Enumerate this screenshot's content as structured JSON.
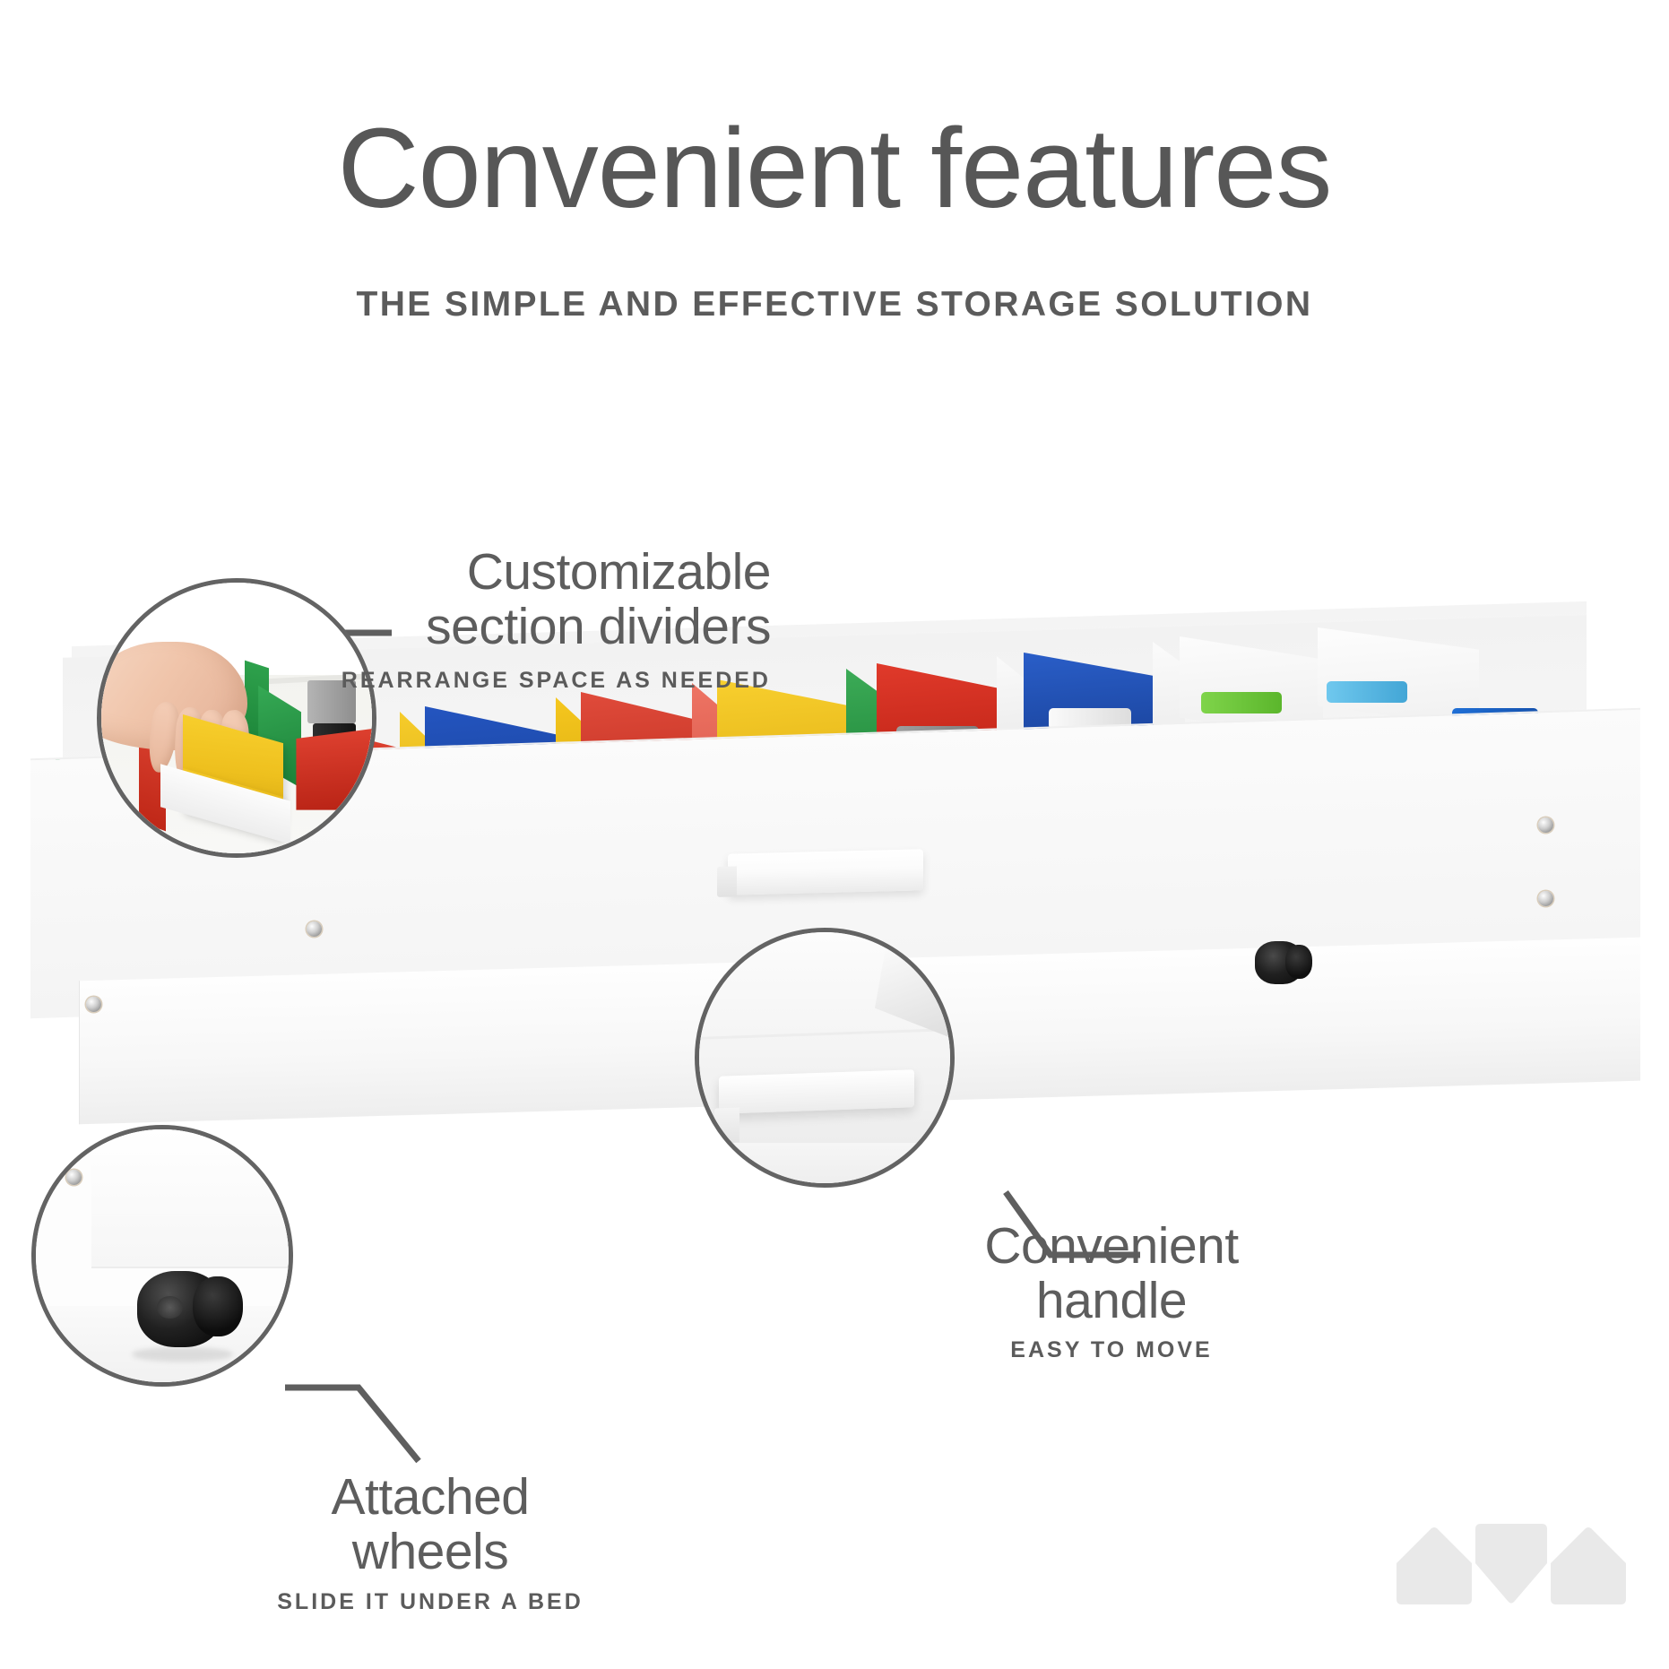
{
  "header": {
    "title": "Convenient features",
    "subtitle": "THE SIMPLE AND EFFECTIVE STORAGE SOLUTION"
  },
  "callouts": [
    {
      "id": "dividers",
      "title": "Customizable\nsection dividers",
      "subtitle": "REARRANGE SPACE AS NEEDED",
      "icon": "magnifier-circle",
      "detail": "hand-placing-yellow-divider"
    },
    {
      "id": "handle",
      "title": "Convenient\nhandle",
      "subtitle": "EASY TO MOVE",
      "icon": "magnifier-circle",
      "detail": "white-drawer-handle"
    },
    {
      "id": "wheels",
      "title": "Attached\nwheels",
      "subtitle": "SLIDE IT UNDER A BED",
      "icon": "magnifier-circle",
      "detail": "black-caster-wheel"
    }
  ],
  "product": {
    "name": "under-bed-toy-storage-drawer",
    "body_color": "#fbfbfb",
    "handle_color": "#ffffff",
    "caster_color": "#141414",
    "divider_colors": [
      "#1f56b0",
      "#d63128",
      "#f5c81d",
      "#1e8a3c",
      "#e8604c",
      "#2f6fd0"
    ]
  },
  "logo": {
    "name": "three-house-shapes-logo",
    "color": "#e9e9e9",
    "shapes": [
      "pentagon-up",
      "pentagon-down",
      "pentagon-up"
    ]
  },
  "colors": {
    "text": "#5a5a5a",
    "line": "#5f5f5f",
    "background": "#ffffff"
  }
}
